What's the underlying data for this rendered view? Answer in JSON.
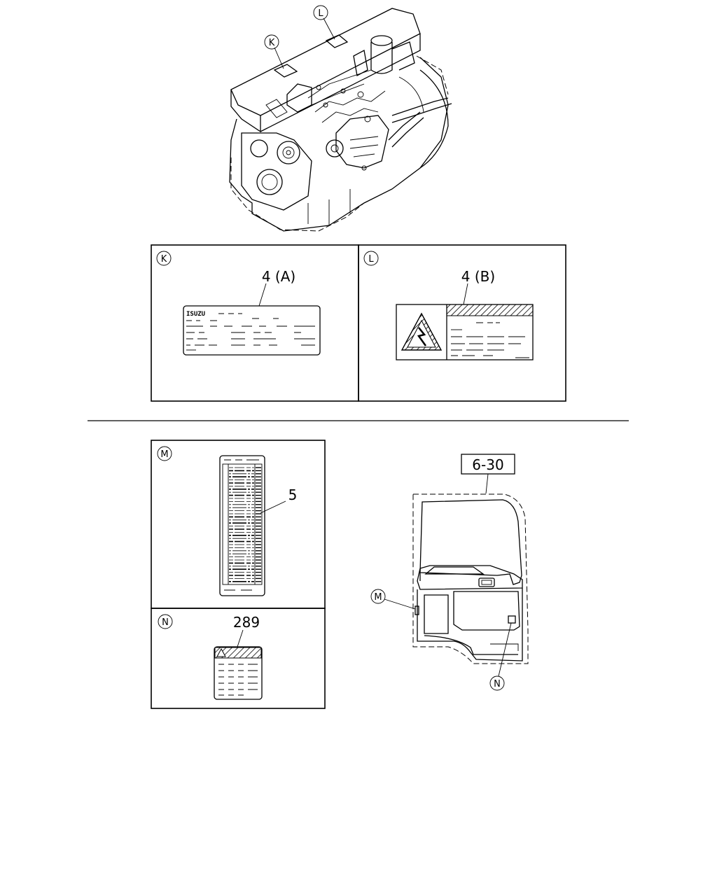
{
  "callouts": {
    "K": "K",
    "L": "L",
    "M": "M",
    "N": "N"
  },
  "labels": {
    "part_4a": "4 (A)",
    "part_4b": "4 (B)",
    "part_5": "5",
    "part_289": "289",
    "ref_6_30": "6-30",
    "isuzu_logo": "ISUZU"
  }
}
